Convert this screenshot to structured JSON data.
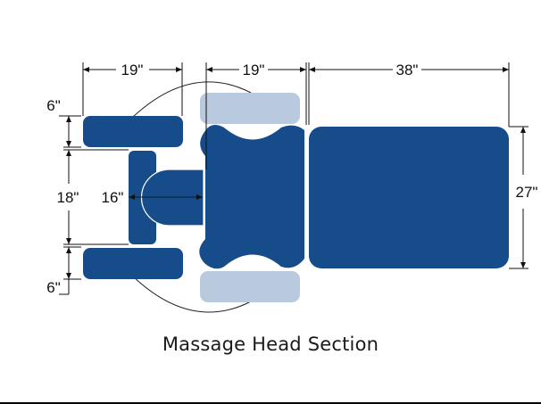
{
  "caption": "Massage Head Section",
  "colors": {
    "pad": "#164c8a",
    "armrest": "#b9cade",
    "line": "#111111",
    "background": "#ffffff"
  },
  "dimensions": {
    "arm_width": "19\"",
    "head_section_width": "19\"",
    "body_section_width": "38\"",
    "body_section_height": "27\"",
    "arm_pad_top_height": "6\"",
    "face_cradle_span": "18\"",
    "face_cradle_depth": "16\"",
    "arm_pad_bottom_height": "6\""
  }
}
